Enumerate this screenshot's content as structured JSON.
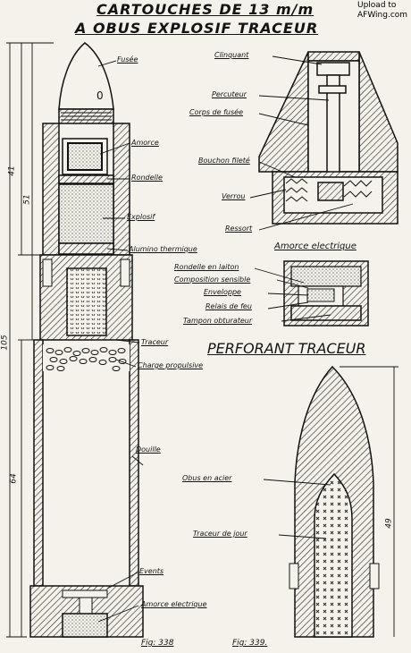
{
  "title": {
    "line1": "CARTOUCHES DE 13 m/m",
    "line2": "A OBUS EXPLOSIF TRACEUR"
  },
  "watermark": {
    "line1": "Upload to",
    "line2": "AFWing.com"
  },
  "explosive_labels": {
    "fusee": "Fusée",
    "amorce": "Amorce",
    "rondelle": "Rondelle",
    "explosif": "Explosif",
    "alumino": "Alumino thermique",
    "traceur": "Traceur",
    "charge": "Charge propulsive",
    "douille": "Douille",
    "events": "Events",
    "amorce_elec": "Amorce electrique"
  },
  "fuse_labels": {
    "clinquant": "Clinquant",
    "percuteur": "Percuteur",
    "corps": "Corps de fusée",
    "bouchon": "Bouchon fileté",
    "verrou": "Verrou",
    "ressort": "Ressort"
  },
  "primer": {
    "heading": "Amorce electrique",
    "rondelle_laiton": "Rondelle en laiton",
    "composition": "Composition sensible",
    "enveloppe": "Enveloppe",
    "relais": "Relais de feu",
    "tampon": "Tampon obturateur"
  },
  "ap": {
    "heading": "PERFORANT TRACEUR",
    "obus": "Obus en acier",
    "traceur_jour": "Traceur de jour"
  },
  "dimensions": {
    "d105": "105",
    "d41": "41",
    "d51": "51",
    "d64": "64",
    "d49": "49",
    "zero": "0"
  },
  "figures": {
    "fig338": "Fig: 338",
    "fig339": "Fig: 339."
  }
}
